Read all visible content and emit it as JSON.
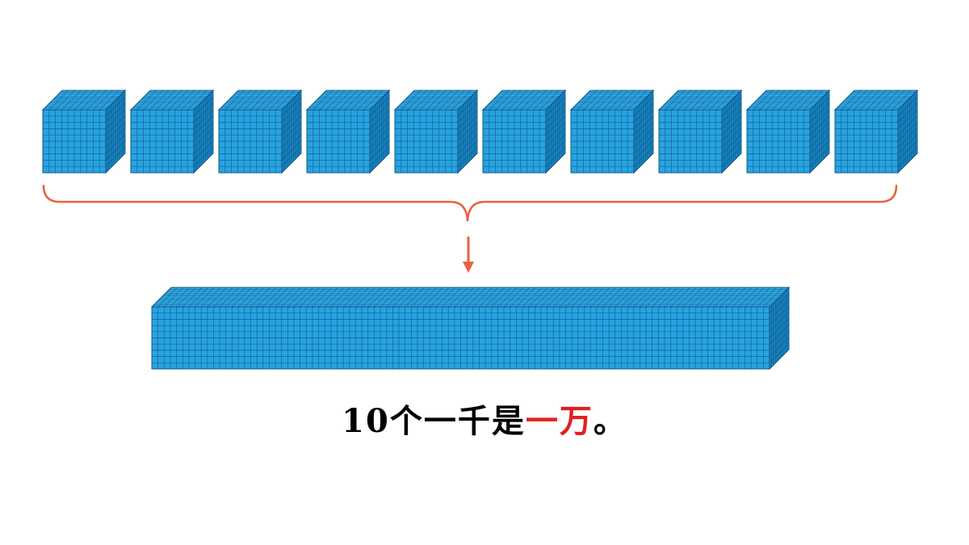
{
  "caption": {
    "prefix": "10个一千是",
    "highlight": "一万",
    "suffix": "。"
  },
  "diagram": {
    "cube_count": 10,
    "cube_grid": 10,
    "bar_units": 100,
    "colors": {
      "block_front": "#27a3e0",
      "block_top": "#33b1ea",
      "block_side": "#1787c4",
      "grid_line": "#0e4f80",
      "brace": "#e8623f",
      "arrow": "#e8623f",
      "highlight_text": "#e02020"
    }
  }
}
